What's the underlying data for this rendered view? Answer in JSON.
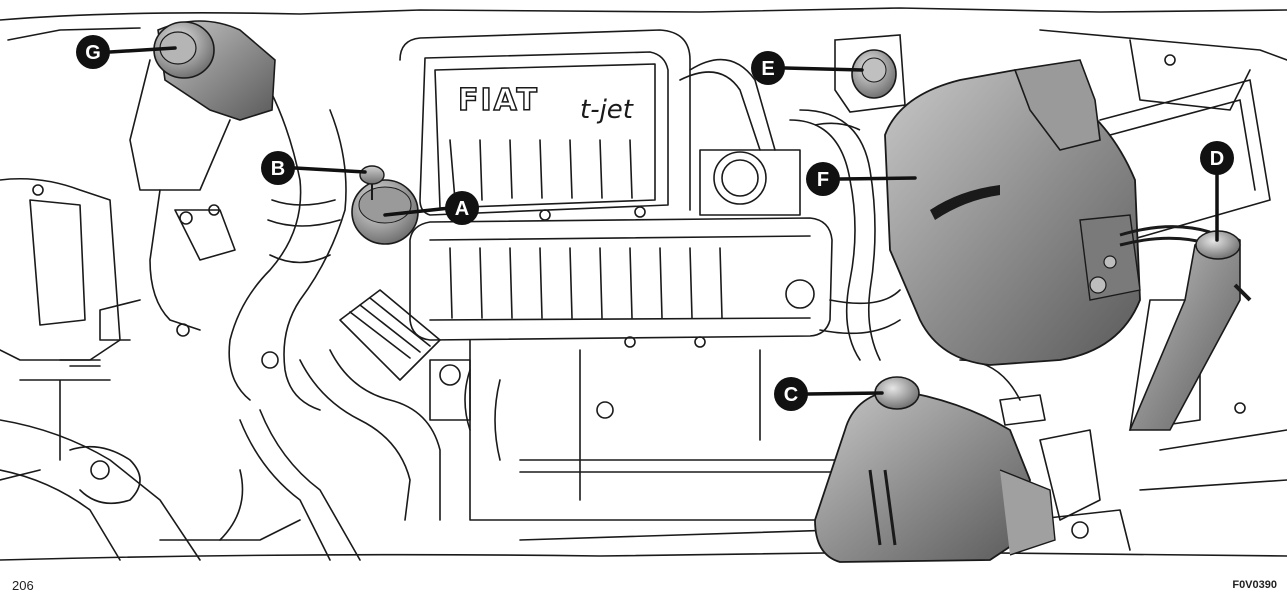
{
  "page": {
    "number": "206",
    "figure_code": "F0V0390"
  },
  "engine_cover": {
    "brand": "FIAT",
    "model": "t-jet"
  },
  "callouts": [
    {
      "letter": "G"
    },
    {
      "letter": "E"
    },
    {
      "letter": "B"
    },
    {
      "letter": "A"
    },
    {
      "letter": "F"
    },
    {
      "letter": "D"
    },
    {
      "letter": "C"
    }
  ],
  "colors": {
    "line_art": "#1a1a1a",
    "highlight_fill": "#8c8c8c",
    "callout_fill": "#111111",
    "callout_text": "#ffffff"
  }
}
